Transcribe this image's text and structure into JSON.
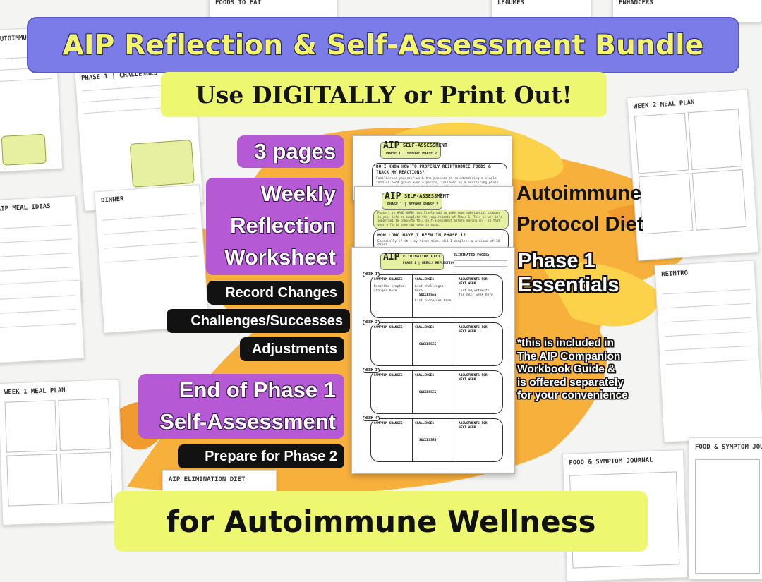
{
  "banner": {
    "title": "AIP Reflection & Self-Assessment Bundle"
  },
  "subtitle": "Use DIGITALLY or Print Out!",
  "left_column": {
    "pages": "3 pages",
    "weekly": [
      "Weekly",
      "Reflection",
      "Worksheet"
    ],
    "tags": [
      "Record Changes",
      "Challenges/Successes",
      "Adjustments"
    ],
    "end_phase": [
      "End of Phase 1",
      "Self-Assessment"
    ],
    "prepare": "Prepare for Phase 2"
  },
  "right_column": {
    "title_lines": [
      "Autoimmune",
      "Protocol Diet"
    ],
    "phase_lines": [
      "Phase 1",
      "Essentials"
    ],
    "note_lines": [
      "*this is included in",
      "The AIP Companion",
      "Workbook Guide &",
      "is offered separately",
      "for your convenience"
    ]
  },
  "bottom_label": "for Autoimmune Wellness",
  "docs": {
    "self1": {
      "badge": "AIP",
      "title": "SELF-ASSESSMENT",
      "subtitle": "PHASE 1 | BEFORE PHASE 2",
      "question": "DO I KNOW HOW TO PROPERLY REINTRODUCE FOODS & TRACK MY REACTIONS?",
      "body": "Familiarize yourself with the process of reintroducing a single food or food group over a period, followed by a monitoring phase to assess for reactions before introducing another food."
    },
    "self2": {
      "badge": "AIP",
      "title": "SELF-ASSESSMENT",
      "subtitle": "PHASE 1 | BEFORE PHASE 2",
      "body": "Phase 1 is HARD WORK! You likely had to make some substantial changes in your life to complete the requirements of Phase 1. This is why it's important to complete this self-assessment before moving on - so that your efforts have not gone in vain.",
      "question": "HOW LONG HAVE I BEEN IN PHASE 1?",
      "hint": "Especially if it's my first time, did I complete a minimum of 30 days?"
    },
    "weekly": {
      "badge": "AIP",
      "title": "ELIMINATION DIET",
      "subtitle": "PHASE 1 | WEEKLY REFLECTION",
      "eliminated_label": "ELIMINATED FOODS:",
      "weeks": [
        "WEEK 1",
        "WEEK 2",
        "WEEK 3",
        "WEEK 4"
      ],
      "columns": [
        "SYMPTOM CHANGES",
        "CHALLENGES",
        "ADJUSTMENTS FOR NEXT WEEK"
      ],
      "successes": "SUCCESSES",
      "example": {
        "symptom": "Describe symptom changes here",
        "challenges": "List challenges here",
        "successes": "List successes here",
        "adjustments": "List adjustments for next week here"
      }
    }
  },
  "thumbs": [
    {
      "title": "AUTOIMMUNE PROTOCOL"
    },
    {
      "title": "PHASE 1 | CHALLENGES"
    },
    {
      "title": "FOODS TO EAT"
    },
    {
      "title": "LEGUMES"
    },
    {
      "title": "ENHANCERS"
    },
    {
      "title": "WEEK 2 MEAL PLAN"
    },
    {
      "title": "AIP ELIMINATION DIET"
    },
    {
      "title": "DINNER"
    },
    {
      "title": "AIP MEAL IDEAS"
    },
    {
      "title": "WEEK 1 MEAL PLAN"
    },
    {
      "title": "REINTRO"
    },
    {
      "title": "FOOD & SYMPTOM JOURNAL"
    },
    {
      "title": "FOOD & SYMPTOM JOURNAL"
    }
  ],
  "colors": {
    "banner": "#7c7ce8",
    "yellow": "#eef770",
    "purple": "#b55ad4",
    "black": "#121212",
    "splash": "#f7b03c",
    "splash_light": "#fcd24a"
  }
}
